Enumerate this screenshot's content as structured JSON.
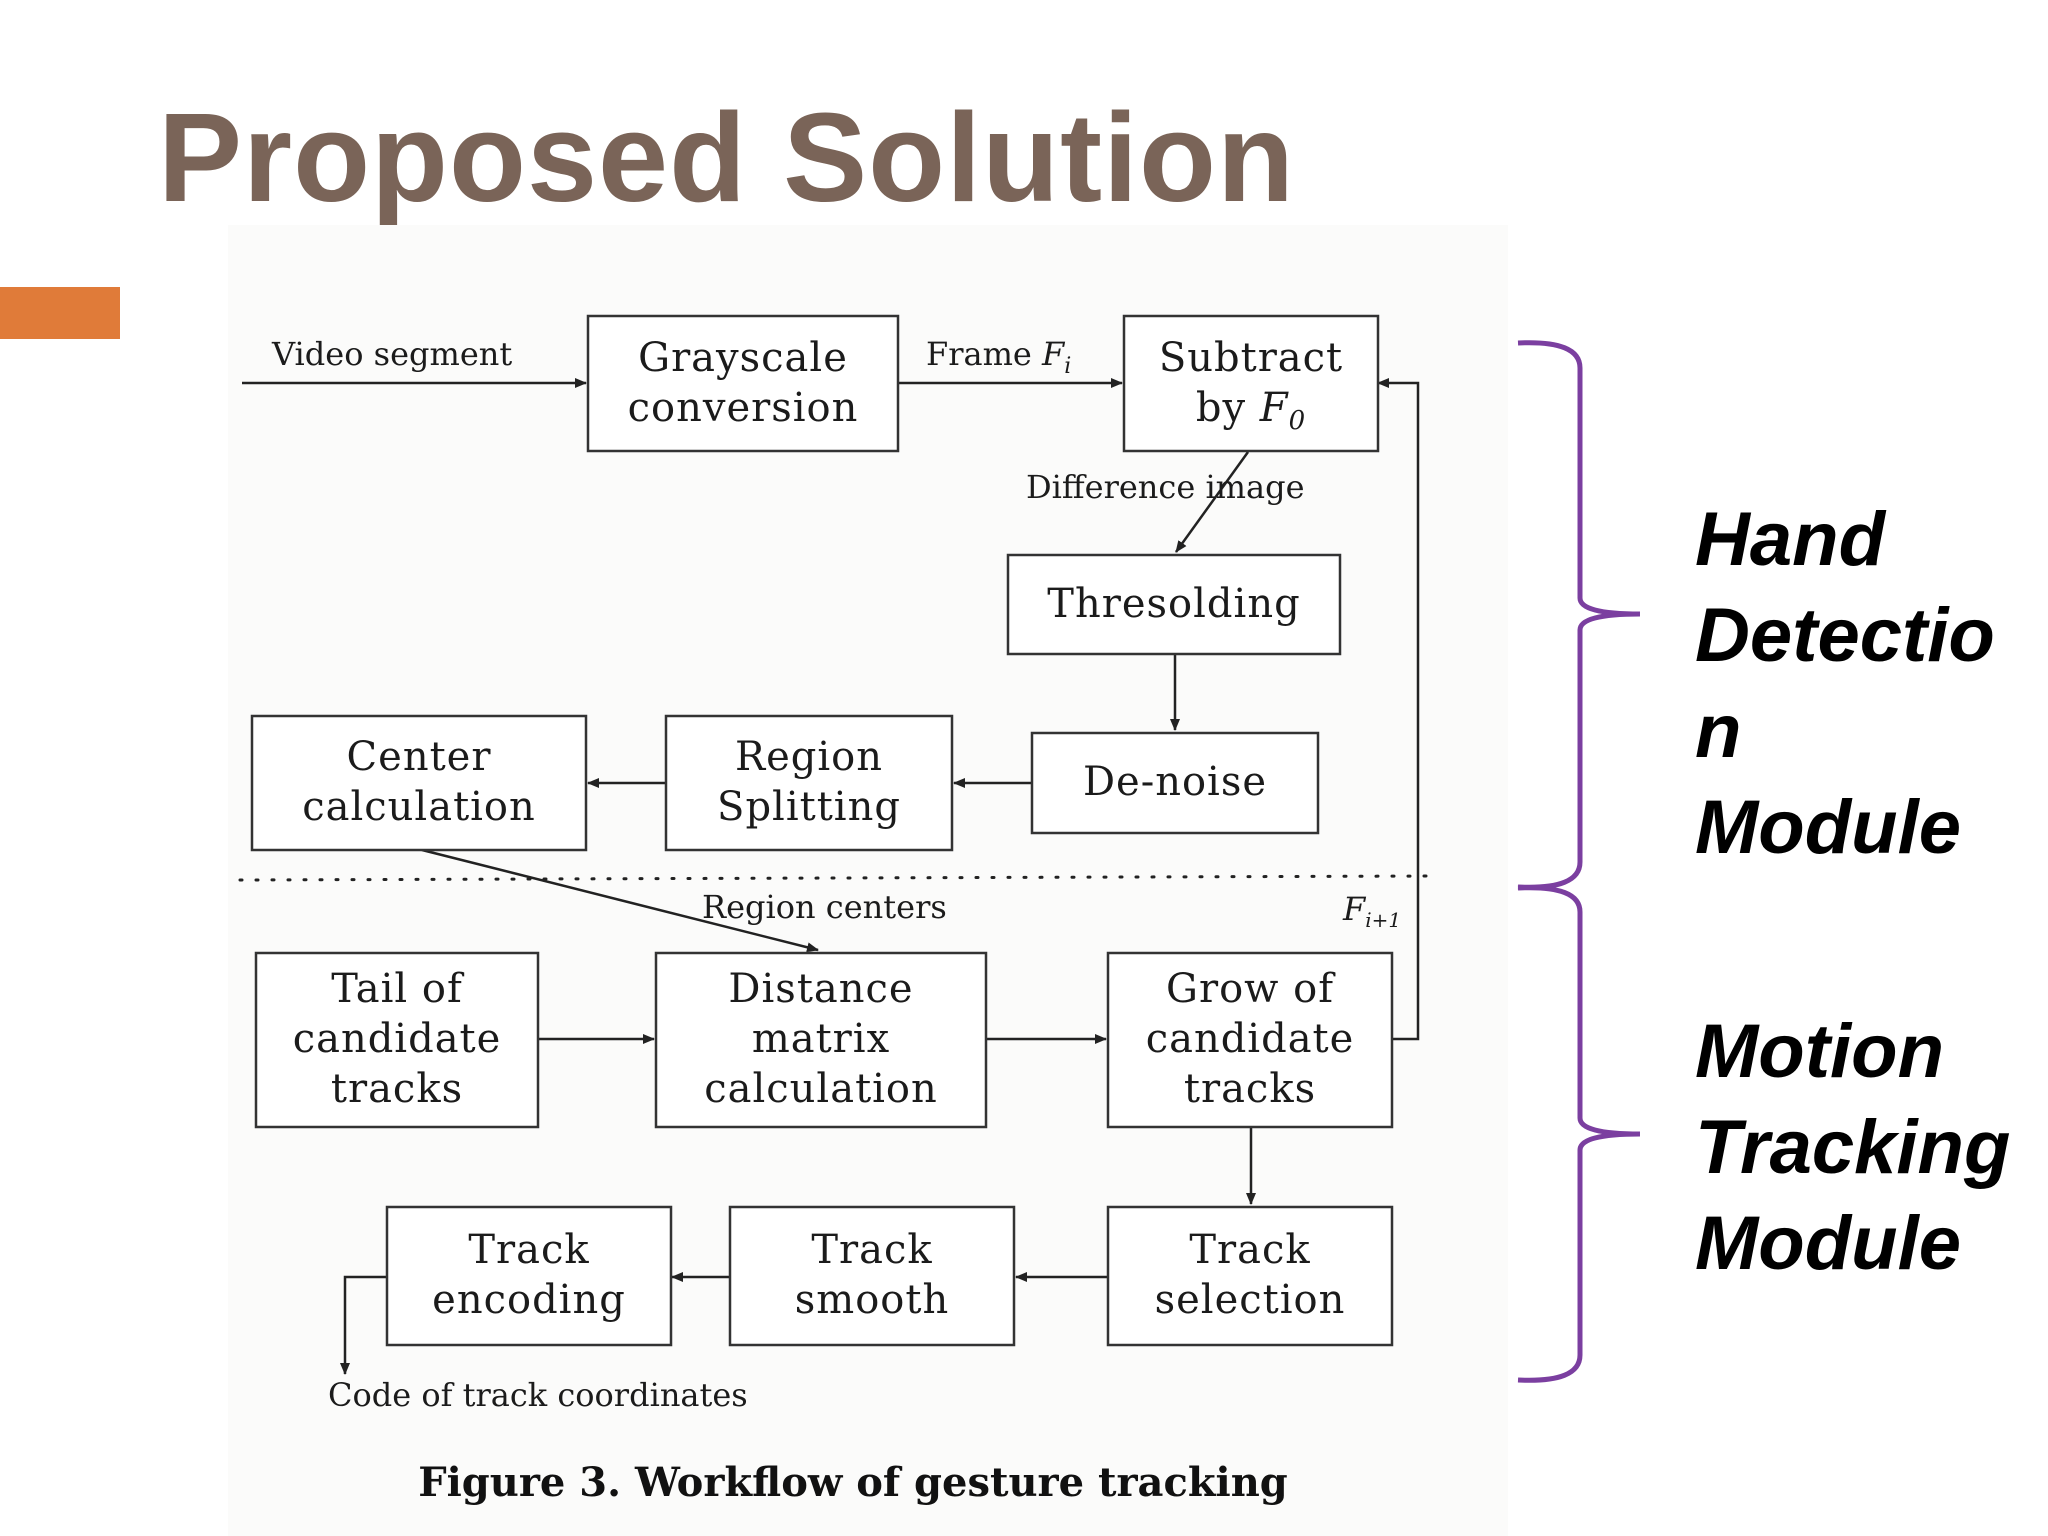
{
  "slide": {
    "title": "Proposed Solution",
    "title_color": "#7a6458",
    "accent_color": "#e07b39",
    "brace_color": "#7b3fa0"
  },
  "diagram": {
    "nodes": {
      "grayscale": [
        "Grayscale",
        "conversion"
      ],
      "subtract": [
        "Subtract",
        "by "
      ],
      "thresolding": [
        "Thresolding"
      ],
      "denoise": [
        "De-noise"
      ],
      "region_splitting": [
        "Region",
        "Splitting"
      ],
      "center_calc": [
        "Center",
        "calculation"
      ],
      "tail": [
        "Tail of",
        "candidate",
        "tracks"
      ],
      "distance": [
        "Distance",
        "matrix",
        "calculation"
      ],
      "grow": [
        "Grow of",
        "candidate",
        "tracks"
      ],
      "track_selection": [
        "Track",
        "selection"
      ],
      "track_smooth": [
        "Track",
        "smooth"
      ],
      "track_encoding": [
        "Track",
        "encoding"
      ]
    },
    "subtract_var": "F",
    "subtract_var_sub": "0",
    "edge_labels": {
      "video_segment": "Video segment",
      "frame": "Frame ",
      "frame_var": "F",
      "frame_var_sub": "i",
      "difference_image": "Difference image",
      "region_centers": "Region centers",
      "f_next": "F",
      "f_next_sub": "i+1",
      "code_output": "Code of track coordinates"
    },
    "caption": "Figure 3. Workflow of gesture tracking"
  },
  "modules": {
    "hand_detection": [
      "Hand",
      "Detectio",
      "n",
      "Module"
    ],
    "motion_tracking": [
      "Motion",
      "Tracking",
      "Module"
    ]
  }
}
